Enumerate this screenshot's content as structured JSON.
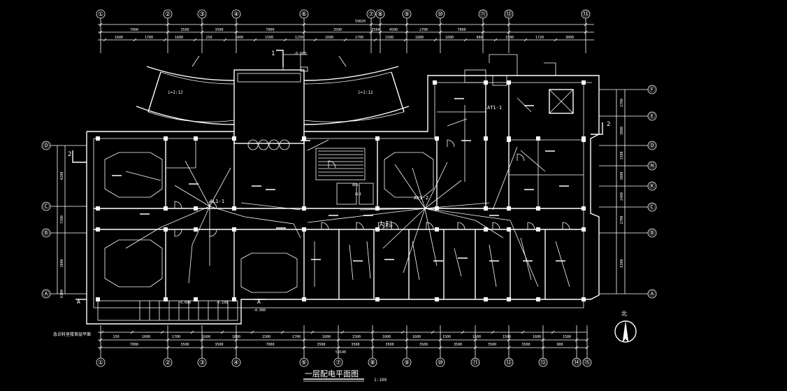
{
  "drawing": {
    "title": "一层配电平面图",
    "scale": "1:100",
    "north_label": "北",
    "center_label": "内科",
    "note_bottom_left": "急诊科室楼首层平面",
    "panels": [
      "AL1-1",
      "AL1-2",
      "AT1-1",
      "AP1",
      "AL1"
    ],
    "section_marks": [
      "1",
      "2",
      "2"
    ],
    "elev_marks": [
      "-0.600",
      "-0.100",
      "-0.900",
      "-0.600"
    ],
    "ramp_labels": [
      "i=1:12",
      "i=1:12"
    ],
    "cut_marks": [
      "A",
      "A"
    ]
  },
  "grid": {
    "top": [
      "①",
      "②",
      "③",
      "④",
      "⑥",
      "⑦",
      "⑧",
      "⑨",
      "⑩",
      "⑪",
      "⑫",
      "⑬"
    ],
    "bottom": [
      "①",
      "②",
      "③",
      "④",
      "⑥",
      "⑦",
      "⑧",
      "⑨",
      "⑩",
      "⑪",
      "⑫",
      "⑬",
      "⑭",
      "⑮"
    ],
    "left": [
      "Ⓓ",
      "Ⓒ",
      "Ⓑ",
      "Ⓐ"
    ],
    "right": [
      "Ⓕ",
      "Ⓔ",
      "Ⓓ",
      "Ⓝ",
      "Ⓚ",
      "Ⓒ",
      "Ⓑ",
      "Ⓐ"
    ]
  },
  "dims": {
    "top_total": "59020",
    "top_major": [
      "7000",
      "3500",
      "3500",
      "7000",
      "3500",
      "3500",
      "4500",
      "2700",
      "7800"
    ],
    "top_minor": [
      "1600",
      "1700",
      "1600",
      "250",
      "1400",
      "1500",
      "1250",
      "1600",
      "1700",
      "1500",
      "1800",
      "1600",
      "800",
      "1500",
      "1720",
      "3000"
    ],
    "bottom_total": "59140",
    "bottom_major": [
      "7000",
      "3500",
      "3500",
      "7000",
      "3500",
      "3500",
      "3500",
      "3500",
      "3500",
      "3500",
      "3500",
      "900"
    ],
    "bottom_minor": [
      "150",
      "1600",
      "1700",
      "1600",
      "1600",
      "1500",
      "1700",
      "1600",
      "1500",
      "1600",
      "1600",
      "1500",
      "1600",
      "1500",
      "1600",
      "1500"
    ],
    "left": [
      "4200",
      "7200",
      "1000",
      "6300"
    ],
    "right": [
      "2700",
      "3000",
      "1500",
      "3000",
      "2400",
      "2700",
      "6300"
    ]
  }
}
